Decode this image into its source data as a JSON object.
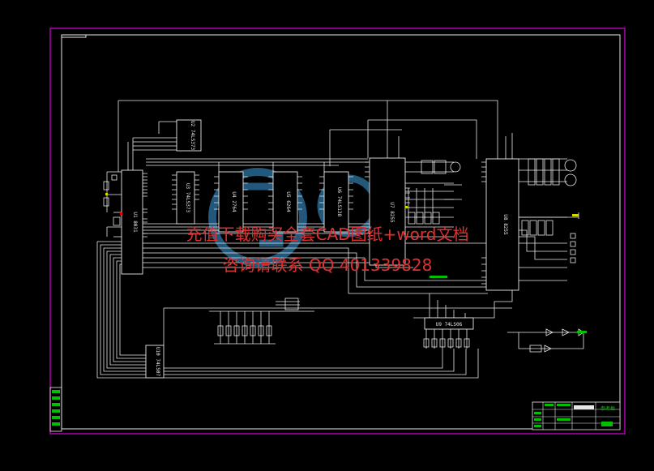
{
  "colors": {
    "background": "#000000",
    "frame": "#c000c0",
    "wire": "#e8e8e8",
    "accent_green": "#00c000",
    "accent_yellow": "#d8d800",
    "accent_red": "#e00000",
    "watermark": "#e03030",
    "logo": "#2a6f9a"
  },
  "chips": {
    "u8255_mid": "U7 8255",
    "u8255_right": "U8 8255",
    "latch_a": "U3 74LS373",
    "latch_b": "U4 2764",
    "latch_c": "U5 6264",
    "latch_d": "U6 74LS138",
    "top_chip": "U2 74LS373",
    "decoder": "U9 74LS06",
    "bottom_chip": "U10 74LS07",
    "cpu": "U1 8031"
  },
  "watermark": {
    "line1": "充值下载购买全套CAD图纸+word文档",
    "line2": "咨询请联系 QQ 401339828"
  },
  "title_block": {
    "name_box": "参考框"
  }
}
